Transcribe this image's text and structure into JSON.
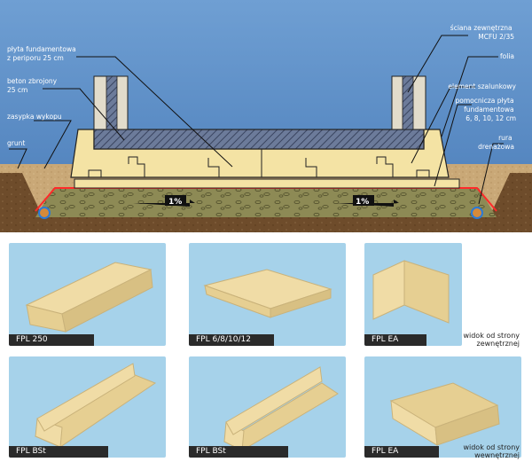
{
  "diagram": {
    "labels": {
      "plyta_fundamentowa": [
        "płyta fundamentowa",
        "z periporu 25 cm"
      ],
      "beton_zbrojony": [
        "beton zbrojony",
        "25 cm"
      ],
      "zasypka_wykopu": "zasypka wykopu",
      "grunt": "grunt",
      "sciana_zewnetrzna": [
        "ściana zewnętrzna",
        "MCFU 2/35"
      ],
      "folia": "folia",
      "element_szalunkowy": "element szalunkowy",
      "pomocnicza_plyta": [
        "pomocnicza płyta",
        "fundamentowa",
        "6, 8, 10, 12 cm"
      ],
      "rura_drenazowa": [
        "rura",
        "drenażowa"
      ]
    },
    "slope_left": "1%",
    "slope_right": "1%",
    "colors": {
      "sky": "#5a8cc4",
      "soil": "#6b4a2a",
      "gravel": "#8c8a56",
      "foam": "#f4e3a4",
      "concrete_hatch": "#4a5a7a",
      "membrane": "#ff2a2a",
      "drain": "#2a7ad8"
    }
  },
  "products": [
    {
      "caption": "FPL 250",
      "note": []
    },
    {
      "caption": "FPL 6/8/10/12",
      "note": []
    },
    {
      "caption": "FPL EA",
      "note": [
        "widok od strony",
        "zewnętrznej"
      ]
    },
    {
      "caption": "FPL BSt",
      "note": []
    },
    {
      "caption": "FPL BSt",
      "note": []
    },
    {
      "caption": "FPL EA",
      "note": [
        "widok od strony",
        "wewnętrznej"
      ]
    }
  ]
}
